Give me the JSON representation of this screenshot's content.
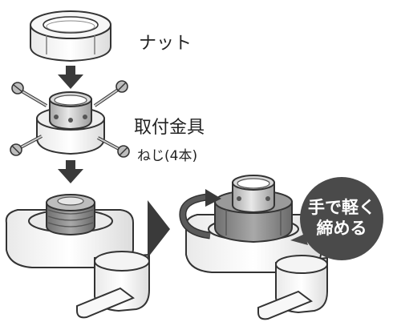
{
  "labels": {
    "nut": "ナット",
    "bracket": "取付金具",
    "screws": "ねじ(4本)"
  },
  "badge": {
    "line1": "手で軽く",
    "line2": "締める"
  },
  "colors": {
    "stroke": "#333333",
    "part_light": "#f2f2f2",
    "part_mid": "#d8d8d8",
    "part_dark": "#9a9a9a",
    "arrow": "#3a3a3a",
    "badge_bg": "#4a4a4a",
    "nut_grey": "#8c8c8c"
  },
  "icons": {
    "down_arrow": "down-arrow-icon",
    "next_arrow": "chevron-right-icon",
    "rotate_arrow": "rotate-arrow-icon"
  }
}
